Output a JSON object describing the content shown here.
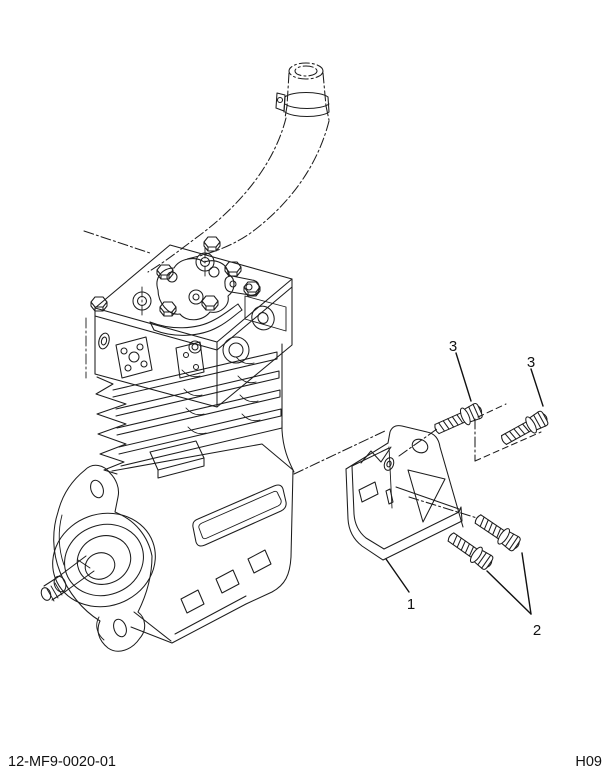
{
  "page": {
    "background": "#ffffff",
    "line_color": "#1d1d1d"
  },
  "figure": {
    "type": "exploded-parts-diagram",
    "callouts": [
      {
        "label": "3"
      },
      {
        "label": "3"
      },
      {
        "label": "1"
      },
      {
        "label": "2"
      }
    ]
  },
  "footer": {
    "left_code": "12-MF9-0020-01",
    "right_code": "H09"
  }
}
